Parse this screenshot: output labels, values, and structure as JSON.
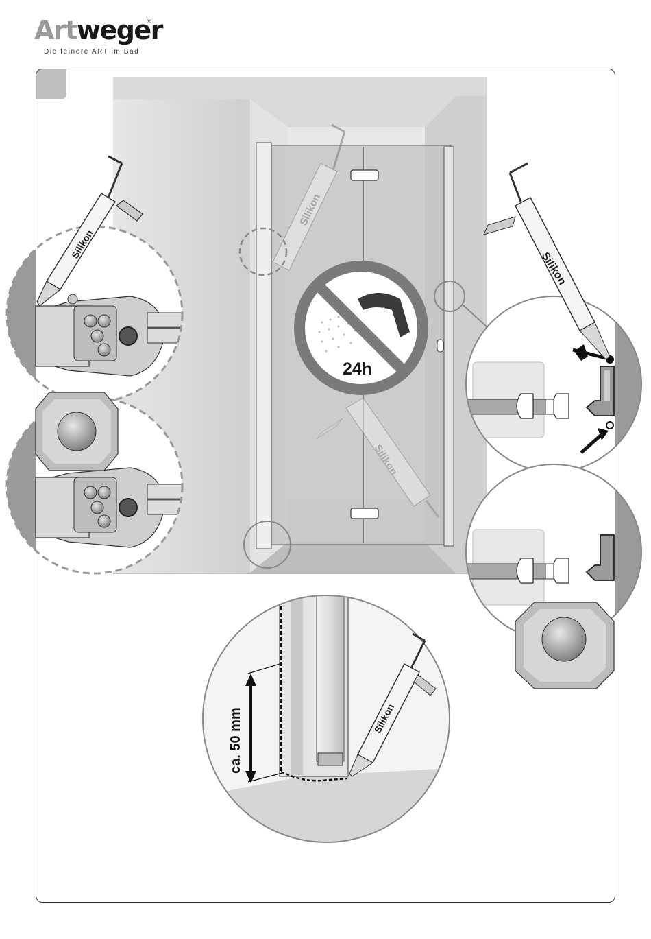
{
  "brand": {
    "name_part1": "Art",
    "name_part2": "weger",
    "registered": "®",
    "tagline": "Die feinere ART im Bad"
  },
  "step_number": "",
  "labels": {
    "silicone": "Silikon",
    "cure_time": "24h",
    "distance": "ca. 50 mm"
  },
  "icons": [
    "caulking-gun-icon",
    "no-shower-icon",
    "arrow-icon",
    "magnifier-circle-icon"
  ],
  "colors": {
    "frame": "#333333",
    "tab": "#bfbfbf",
    "prohibit": "#7a7a7a",
    "wall": "#d6d6d6",
    "glass": "#c9c9c9"
  }
}
